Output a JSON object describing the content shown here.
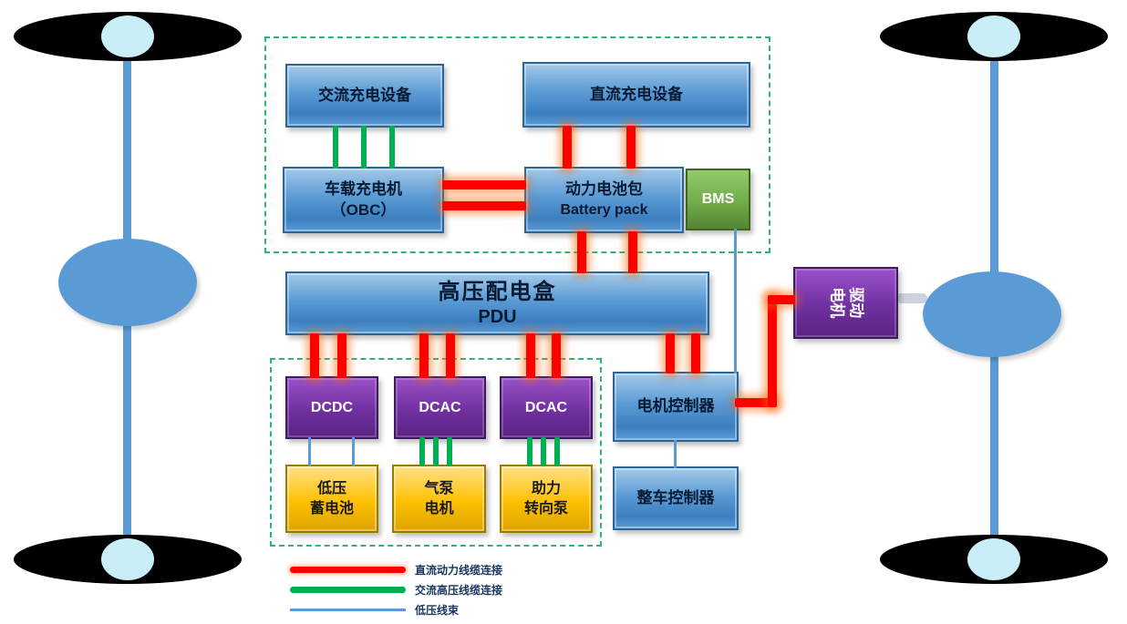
{
  "boxes": {
    "ac_charge_equipment": {
      "label": "交流充电设备"
    },
    "dc_charge_equipment": {
      "label": "直流充电设备"
    },
    "obc": {
      "line1": "车载充电机",
      "line2": "（OBC）"
    },
    "battery_pack": {
      "line1": "动力电池包",
      "line2": "Battery pack"
    },
    "bms": {
      "label": "BMS"
    },
    "pdu": {
      "line1": "高压配电盒",
      "line2": "PDU"
    },
    "dcdc": {
      "label": "DCDC"
    },
    "dcac_1": {
      "label": "DCAC"
    },
    "dcac_2": {
      "label": "DCAC"
    },
    "lv_battery": {
      "line1": "低压",
      "line2": "蓄电池"
    },
    "air_pump_motor": {
      "line1": "气泵",
      "line2": "电机"
    },
    "power_steering_pump": {
      "line1": "助力",
      "line2": "转向泵"
    },
    "motor_controller": {
      "label": "电机控制器"
    },
    "vehicle_controller": {
      "label": "整车控制器"
    },
    "drive_motor": {
      "line1": "驱动",
      "line2": "电机"
    }
  },
  "legend": {
    "items": [
      {
        "label": "直流动力线缆连接",
        "color": "#ff0000",
        "line_weight": "thick"
      },
      {
        "label": "交流高压线缆连接",
        "color": "#00b050",
        "line_weight": "thick"
      },
      {
        "label": "低压线束",
        "color": "#5b9bd5",
        "line_weight": "thin"
      }
    ]
  },
  "colors": {
    "dc_power_line": "#ff0000",
    "dc_power_glow": "#ff6a00",
    "ac_hv_line": "#00b050",
    "lv_harness_line": "#5b9bd5",
    "blue_box_fill": "#5b9bd5",
    "purple_box_fill": "#7030a0",
    "yellow_box_fill": "#ffc000",
    "bms_green_fill": "#70ad47",
    "dashed_group_border": "#2eb573",
    "tire_black": "#000000",
    "hub_light_blue": "#c9eef7",
    "axle_blue": "#5b9bd5"
  }
}
